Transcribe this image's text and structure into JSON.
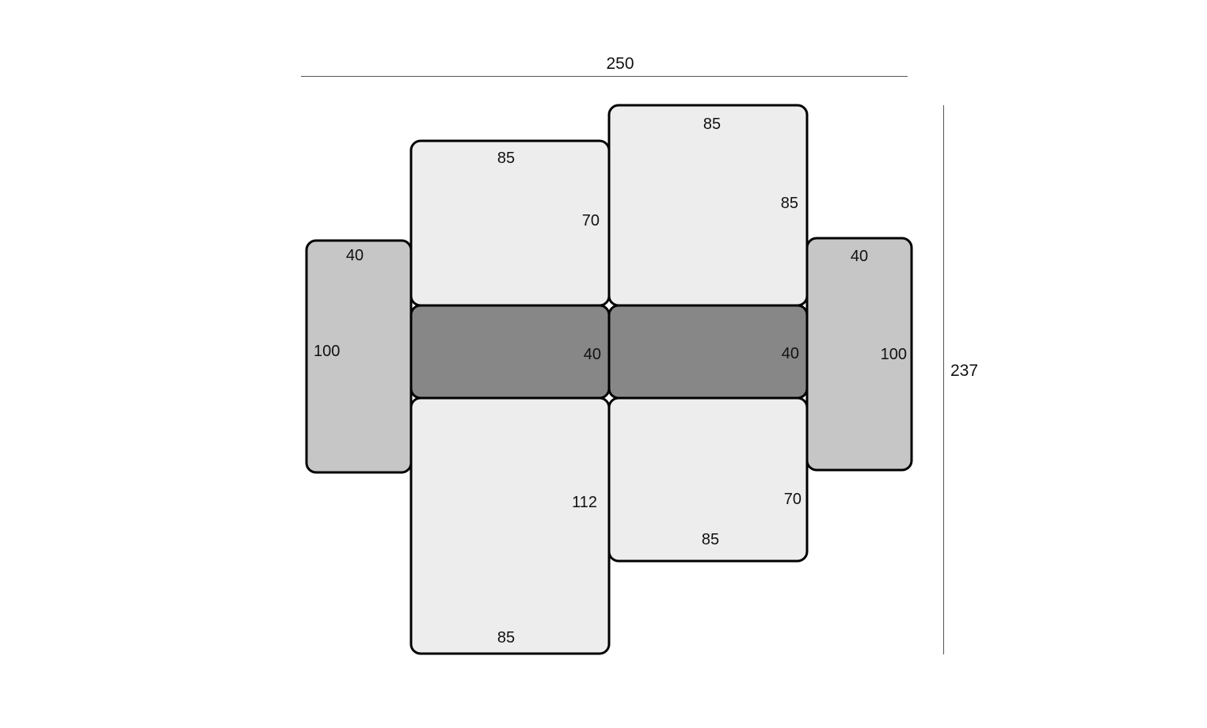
{
  "colors": {
    "seat": "#ededed",
    "arm": "#c6c6c6",
    "back": "#878787",
    "outline": "#000000",
    "dimension_line": "#555555"
  },
  "overall": {
    "width_label": "250",
    "height_label": "237"
  },
  "modules": {
    "left_arm": {
      "depth": "40",
      "length": "100"
    },
    "left_top_seat": {
      "width": "85",
      "depth": "70"
    },
    "right_top_seat": {
      "width": "85",
      "depth": "85"
    },
    "left_back": {
      "depth": "40"
    },
    "right_back": {
      "depth": "40"
    },
    "left_bottom_seat": {
      "depth": "112",
      "width": "85"
    },
    "right_bottom_seat": {
      "depth": "70",
      "width": "85"
    },
    "right_arm": {
      "depth": "40",
      "length": "100"
    }
  }
}
